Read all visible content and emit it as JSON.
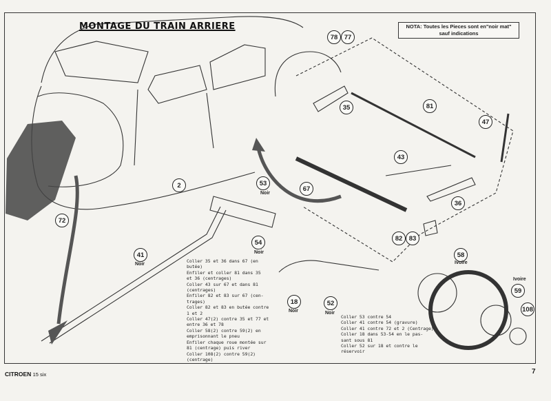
{
  "title": "MONTAGE DU TRAIN ARRIERE",
  "nota": {
    "line1": "NOTA: Toutes  les Pieces sont en\"noir mat\"",
    "line2": "sauf indications"
  },
  "callouts": [
    {
      "id": "c78",
      "label": "78"
    },
    {
      "id": "c77",
      "label": "77"
    },
    {
      "id": "c35",
      "label": "35"
    },
    {
      "id": "c81",
      "label": "81"
    },
    {
      "id": "c47",
      "label": "47"
    },
    {
      "id": "c43",
      "label": "43"
    },
    {
      "id": "c67",
      "label": "67"
    },
    {
      "id": "c53",
      "label": "53"
    },
    {
      "id": "c36",
      "label": "36"
    },
    {
      "id": "c2",
      "label": "2"
    },
    {
      "id": "c72",
      "label": "72"
    },
    {
      "id": "c54",
      "label": "54"
    },
    {
      "id": "c82",
      "label": "82"
    },
    {
      "id": "c83",
      "label": "83"
    },
    {
      "id": "c41",
      "label": "41"
    },
    {
      "id": "c58",
      "label": "58"
    },
    {
      "id": "c59",
      "label": "59"
    },
    {
      "id": "c108",
      "label": "108"
    },
    {
      "id": "c18",
      "label": "18"
    },
    {
      "id": "c52",
      "label": "52"
    }
  ],
  "sublabels": {
    "noir_53": "Noir",
    "noir_54": "Noir",
    "noir_41": "Noir",
    "noir_18": "Noir",
    "noir_52": "Noir",
    "ivoire_58": "Ivoire",
    "ivoire_59": "Ivoire"
  },
  "instructions_left": "Coller 35 et 36 dans 67 (en\nbutée)\nEnfiler et coller 81 dans 35\net 36 (centrages)\nColler 43 sur 67 et dans 81\n(centrages)\nEnfiler 82 et 83 sur 67 (cen-\ntrages)\nColler 82 et 83 en butée contre\n1 et 2\nColler 47(2) contre 35 et 77 et\nentre 36 et 78\nColler 58(2) contre 59(2) en\nemprisonnant le pneu\nEnfiler chaque roue montée sur\n81 (centrage) puis river\nColler 108(2) contre 59(2)\n(centrage)",
  "instructions_right": "Coller 53 contre 54\nColler 41 contre 54 (gravure)\nColler 41 contre 72 et 2 (Centrage)\nColler 18 dans 53-54 en le pas-\nsant sous 81\nColler 52 sur 18 et contre le\nréservoir",
  "footer": {
    "brand": "CITROEN",
    "model": "15 six",
    "page": "7"
  }
}
